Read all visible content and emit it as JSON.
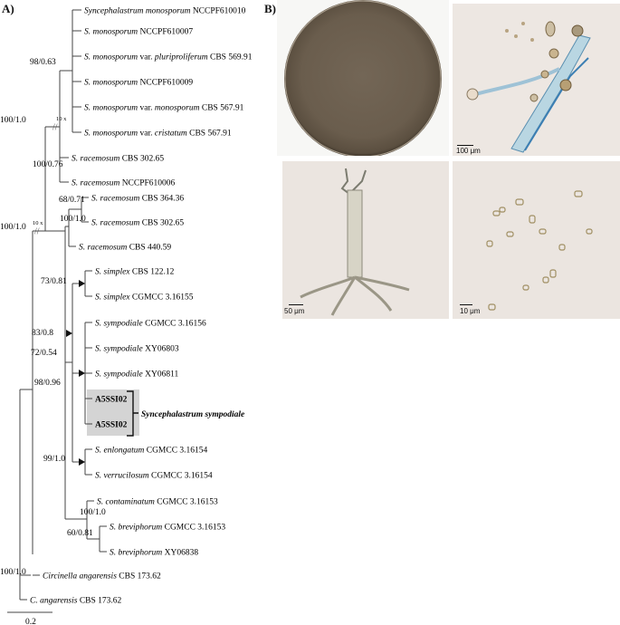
{
  "panel_a_label": "A)",
  "panel_b_label": "B)",
  "taxa": [
    {
      "genus": "Syncephalastrum",
      "species": "monosporum",
      "suffix": "NCCPF610010",
      "bold": false
    },
    {
      "genus": "S.",
      "species": "monosporum",
      "suffix": "NCCPF610007",
      "bold": false
    },
    {
      "genus": "S.",
      "species": "monosporum",
      "varword": "var.",
      "variety": "pluriproliferum",
      "suffix": "CBS 569.91",
      "bold": false
    },
    {
      "genus": "S.",
      "species": "monosporum",
      "suffix": "NCCPF610009",
      "bold": false
    },
    {
      "genus": "S.",
      "species": "monosporum",
      "varword": "var.",
      "variety": "monosporum",
      "suffix": "CBS 567.91",
      "bold": false
    },
    {
      "genus": "S.",
      "species": "monosporum",
      "varword": "var.",
      "variety": "cristatum",
      "suffix": "CBS 567.91",
      "bold": false
    },
    {
      "genus": "S.",
      "species": "racemosum",
      "suffix": "CBS 302.65",
      "bold": false
    },
    {
      "genus": "S.",
      "species": "racemosum",
      "suffix": "NCCPF610006",
      "bold": false
    },
    {
      "genus": "S.",
      "species": "racemosum",
      "suffix": "CBS 364.36",
      "bold": false
    },
    {
      "genus": "S.",
      "species": "racemosum",
      "suffix": "CBS 302.65",
      "bold": false
    },
    {
      "genus": "S.",
      "species": "racemosum",
      "suffix": "CBS 440.59",
      "bold": false
    },
    {
      "genus": "S.",
      "species": "simplex",
      "suffix": "CBS 122.12",
      "bold": false
    },
    {
      "genus": "S.",
      "species": "simplex",
      "suffix": "CGMCC 3.16155",
      "bold": false
    },
    {
      "genus": "S.",
      "species": "sympodiale",
      "suffix": "CGMCC 3.16156",
      "bold": false
    },
    {
      "genus": "S.",
      "species": "sympodiale",
      "suffix": "XY06803",
      "bold": false
    },
    {
      "genus": "S.",
      "species": "sympodiale",
      "suffix": "XY06811",
      "bold": false
    },
    {
      "genus": "",
      "species": "",
      "suffix": "A5SSI02",
      "bold": true
    },
    {
      "genus": "",
      "species": "",
      "suffix": "A5SSI02",
      "bold": true
    },
    {
      "genus": "S.",
      "species": "enlongatum",
      "suffix": "CGMCC 3.16154",
      "bold": false
    },
    {
      "genus": "S.",
      "species": "verrucilosum",
      "suffix": "CGMCC 3.16154",
      "bold": false
    },
    {
      "genus": "S.",
      "species": "contaminatum",
      "suffix": "CGMCC 3.16153",
      "bold": false
    },
    {
      "genus": "S.",
      "species": "breviphorum",
      "suffix": "CGMCC 3.16153",
      "bold": false
    },
    {
      "genus": "S.",
      "species": "breviphorum",
      "suffix": "XY06838",
      "bold": false
    },
    {
      "genus": "Circinella",
      "species": "angarensis",
      "suffix": "CBS 173.62",
      "bold": false
    },
    {
      "genus": "C.",
      "species": "angarensis",
      "suffix": "CBS 173.62",
      "bold": false
    }
  ],
  "support_values": [
    "98/0.63",
    "100/1.0",
    "100/0.76",
    "68/0.71",
    "100/1.0",
    "100/1.0",
    "73/0.81",
    "83/0.8",
    "72/0.54",
    "98/0.96",
    "99/1.0",
    "100/1.0",
    "60/0.81",
    "100/1.0"
  ],
  "break_label": "10 x",
  "highlight_label": "Syncephalastrum sympodiale",
  "tree_scale_label": "0.2",
  "photo_scales": [
    "100 μm",
    "50 μm",
    "10 μm"
  ]
}
